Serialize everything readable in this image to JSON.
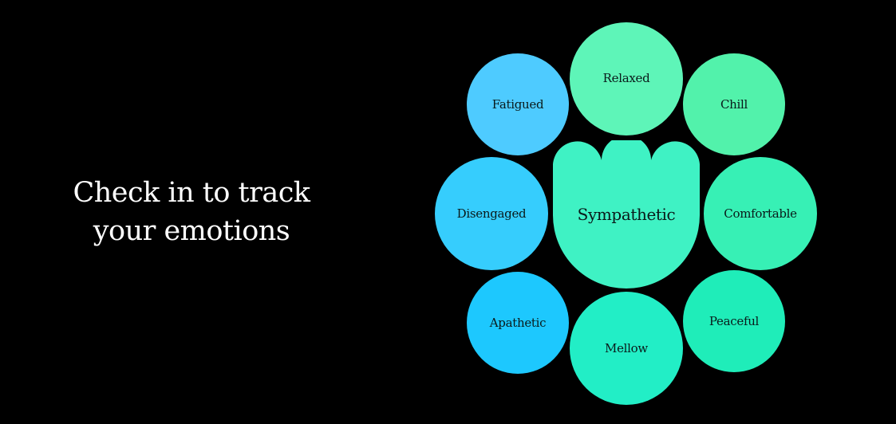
{
  "headline": {
    "line1": "Check in to track",
    "line2": "your emotions"
  },
  "selected_emotion": {
    "label": "Sympathetic",
    "color": "#3ff2c4"
  },
  "emotions": [
    {
      "label": "Fatigued",
      "color": "#4ecbff"
    },
    {
      "label": "Relaxed",
      "color": "#5ef5b8"
    },
    {
      "label": "Chill",
      "color": "#52f2ab"
    },
    {
      "label": "Disengaged",
      "color": "#36cdfd"
    },
    {
      "label": "Comfortable",
      "color": "#37f0b5"
    },
    {
      "label": "Apathetic",
      "color": "#1dc8fe"
    },
    {
      "label": "Mellow",
      "color": "#22eec6"
    },
    {
      "label": "Peaceful",
      "color": "#1fedb9"
    }
  ]
}
